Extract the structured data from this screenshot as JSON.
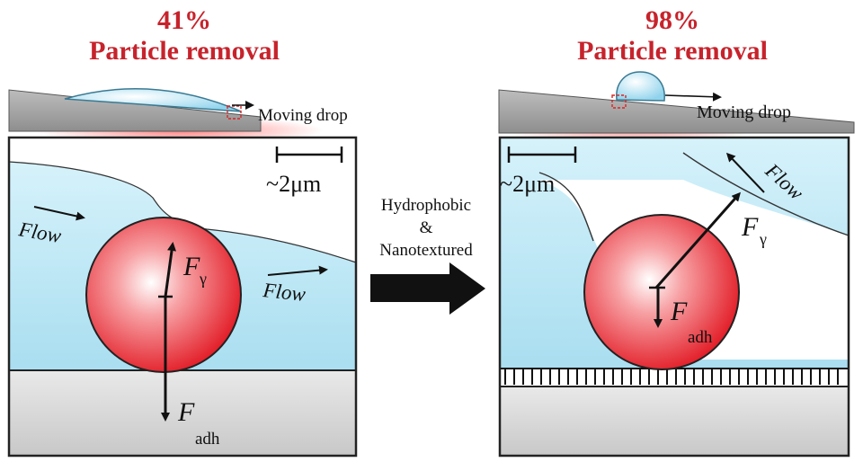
{
  "left_panel": {
    "percent": "41%",
    "title": "Particle removal",
    "moving_drop_label": "Moving drop",
    "scale_label": "~2μm",
    "flow_label_1": "Flow",
    "flow_label_2": "Flow",
    "force_gamma": {
      "symbol": "F",
      "subscript": "γ"
    },
    "force_adh": {
      "symbol": "F",
      "subscript": "adh"
    }
  },
  "middle": {
    "line1": "Hydrophobic",
    "line2": "&",
    "line3": "Nanotextured"
  },
  "right_panel": {
    "percent": "98%",
    "title": "Particle removal",
    "moving_drop_label": "Moving drop",
    "scale_label": "~2μm",
    "flow_label": "Flow",
    "force_gamma": {
      "symbol": "F",
      "subscript": "γ"
    },
    "force_adh": {
      "symbol": "F",
      "subscript": "adh"
    }
  },
  "colors": {
    "title_red": "#c7232c",
    "water": "#bfe8f5",
    "particle_red": "#e8262f",
    "substrate_gray": "#d6d6d6"
  }
}
